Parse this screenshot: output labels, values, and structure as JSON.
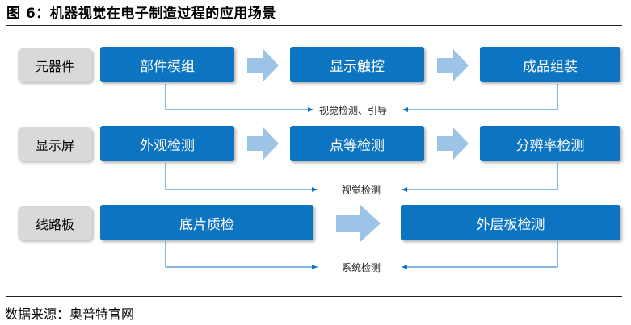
{
  "title": "图  6：机器视觉在电子制造过程的应用场景",
  "rows": [
    {
      "category": "元器件",
      "steps": [
        "部件模组",
        "显示触控",
        "成品组装"
      ],
      "connector_label": "视觉检测、引导"
    },
    {
      "category": "显示屏",
      "steps": [
        "外观检测",
        "点等检测",
        "分辨率检测"
      ],
      "connector_label": "视觉检测"
    },
    {
      "category": "线路板",
      "steps": [
        "底片质检",
        "外层板检测"
      ],
      "connector_label": "系统检测"
    }
  ],
  "source": "数据来源：奥普特官网",
  "colors": {
    "box_fill": "#0d74c1",
    "category_fill": "#d9d9d9",
    "arrow_fill": "#9dc3e6",
    "connector_line": "#0d74c1"
  }
}
